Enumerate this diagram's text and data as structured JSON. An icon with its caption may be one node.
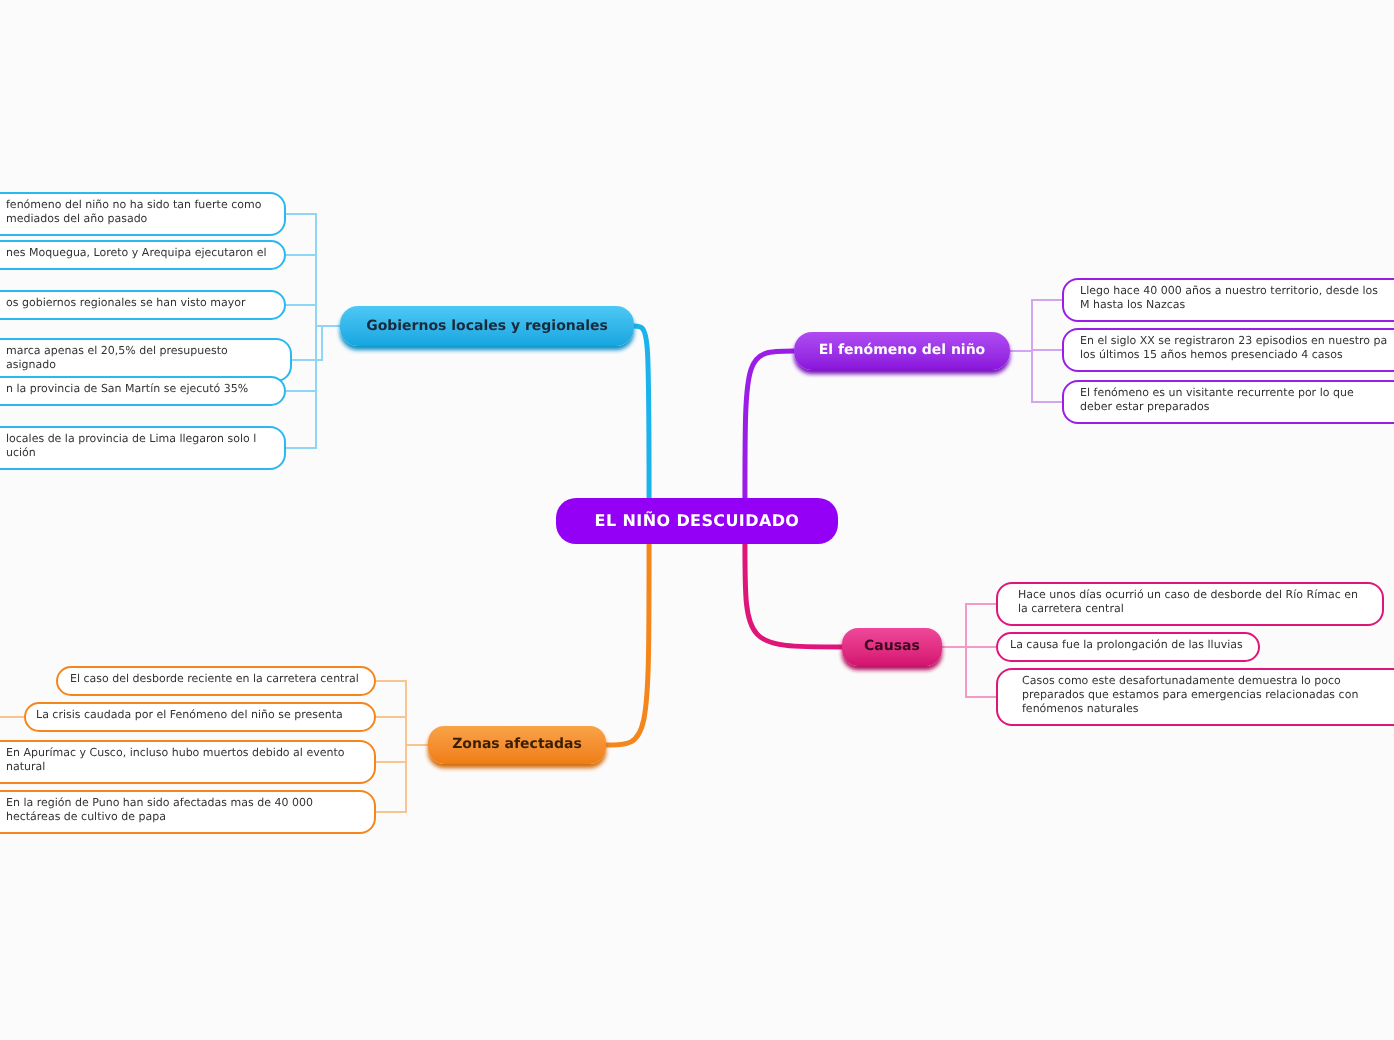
{
  "diagram": {
    "nodes": [
      {
        "text": [
          "EL NIÑO DESCUIDADO"
        ]
      },
      {
        "text": [
          "Gobiernos locales y regionales"
        ]
      },
      {
        "text": [
          "fenómeno del niño no ha sido tan fuerte como mediados del año pasado"
        ]
      },
      {
        "text": [
          "nes Moquegua, Loreto y Arequipa ejecutaron el"
        ]
      },
      {
        "text": [
          "os gobiernos regionales se han visto mayor"
        ]
      },
      {
        "text": [
          "marca apenas el 20,5% del presupuesto asignado"
        ]
      },
      {
        "text": [
          "n la provincia de San Martín se ejecutó 35%"
        ]
      },
      {
        "text": [
          "locales de la provincia de Lima llegaron solo l ución"
        ]
      },
      {
        "text": [
          "El fenómeno del niño"
        ]
      },
      {
        "text": [
          "Llego hace 40 000 años a nuestro territorio, desde los M hasta los Nazcas"
        ]
      },
      {
        "text": [
          "En el siglo XX se registraron 23 episodios en nuestro pa los últimos 15 años hemos presenciado 4 casos"
        ]
      },
      {
        "text": [
          "El fenómeno es un visitante recurrente por lo que deber estar preparados"
        ]
      },
      {
        "text": [
          "Causas"
        ]
      },
      {
        "text": [
          "Hace unos días ocurrió un caso de desborde del Río Rímac en la carretera central"
        ]
      },
      {
        "text": [
          "La causa fue la prolongación de las lluvias"
        ]
      },
      {
        "text": [
          "Casos como este desafortunadamente demuestra lo poco preparados que estamos para emergencias relacionadas con fenómenos naturales"
        ]
      },
      {
        "text": [
          "Zonas afectadas"
        ]
      },
      {
        "text": [
          "El caso del desborde reciente en la carretera central"
        ]
      },
      {
        "text": [
          "La crisis caudada por el Fenómeno del niño se presenta"
        ]
      },
      {
        "text": [
          "En Apurímac y Cusco, incluso hubo muertos debido al evento natural"
        ]
      },
      {
        "text": [
          "En la región de Puno han sido afectadas mas de 40 000 hectáreas de cultivo de papa"
        ]
      }
    ],
    "edges": [
      {
        "from": 0,
        "to": 1,
        "arrow": "none",
        "style": "thick",
        "color": "#1cb3ec"
      },
      {
        "from": 0,
        "to": 8,
        "arrow": "none",
        "style": "thick",
        "color": "#9a1ee6"
      },
      {
        "from": 0,
        "to": 12,
        "arrow": "none",
        "style": "thick",
        "color": "#e0157a"
      },
      {
        "from": 0,
        "to": 16,
        "arrow": "none",
        "style": "thick",
        "color": "#f5861c"
      },
      {
        "from": 1,
        "to": 2,
        "arrow": "none",
        "color": "#8fd6f5"
      },
      {
        "from": 1,
        "to": 3,
        "arrow": "none",
        "color": "#8fd6f5"
      },
      {
        "from": 1,
        "to": 4,
        "arrow": "none",
        "color": "#8fd6f5"
      },
      {
        "from": 1,
        "to": 5,
        "arrow": "none",
        "color": "#8fd6f5"
      },
      {
        "from": 1,
        "to": 6,
        "arrow": "none",
        "color": "#8fd6f5"
      },
      {
        "from": 1,
        "to": 7,
        "arrow": "none",
        "color": "#8fd6f5"
      },
      {
        "from": 8,
        "to": 9,
        "arrow": "none",
        "color": "#d3a4f2"
      },
      {
        "from": 8,
        "to": 10,
        "arrow": "none",
        "color": "#d3a4f2"
      },
      {
        "from": 8,
        "to": 11,
        "arrow": "none",
        "color": "#d3a4f2"
      },
      {
        "from": 12,
        "to": 13,
        "arrow": "none",
        "color": "#f59bc3"
      },
      {
        "from": 12,
        "to": 14,
        "arrow": "none",
        "color": "#f59bc3"
      },
      {
        "from": 12,
        "to": 15,
        "arrow": "none",
        "color": "#f59bc3"
      },
      {
        "from": 16,
        "to": 17,
        "arrow": "none",
        "color": "#f9c48f"
      },
      {
        "from": 16,
        "to": 18,
        "arrow": "none",
        "color": "#f9c48f"
      },
      {
        "from": 16,
        "to": 19,
        "arrow": "none",
        "color": "#f9c48f"
      },
      {
        "from": 16,
        "to": 20,
        "arrow": "none",
        "color": "#f9c48f"
      },
      {
        "from": 18,
        "to": null,
        "arrow": "none",
        "color": "#f9c48f"
      }
    ]
  }
}
